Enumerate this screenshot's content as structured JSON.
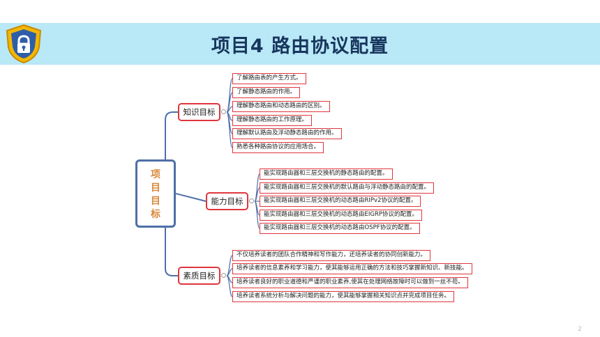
{
  "header": {
    "title": "项目4  路由协议配置"
  },
  "icon": "shield-lock-icon",
  "mindmap": {
    "root_chars": [
      "项",
      "目",
      "目",
      "标"
    ],
    "branches": [
      {
        "label": "知识目标",
        "items": [
          "了解路由表的产生方式。",
          "了解静态路由的作用。",
          "理解静态路由和动态路由的区别。",
          "理解静态路由的工作原理。",
          "理解默认路由及浮动静态路由的作用。",
          "熟悉各种路由协议的应用场合。"
        ]
      },
      {
        "label": "能力目标",
        "items": [
          "能实现路由器和三层交换机的静态路由的配置。",
          "能实现路由器和三层交换机的默认路由与浮动静态路由的配置。",
          "能实现路由器和三层交换机的动态路由RIPv2协议的配置。",
          "能实现路由器和三层交换机的动态路由EIGRP协议的配置。",
          "能实现路由器和三层交换机的动态路由OSPF协议的配置。"
        ]
      },
      {
        "label": "素质目标",
        "items": [
          "不仅培养读者的团队合作精神和写作能力，还培养读者的协同创新能力。",
          "培养读者的信息素养和学习能力，使其能够运用正确的方法和技巧掌握新知识、新技能。",
          "培养读者良好的职业道德和严谨的职业素养,使其在处理网络故障时可以做到一丝不苟。",
          "培养读者系统分析与解决问题的能力，使其能够掌握相关知识点并完成项目任务。"
        ]
      }
    ]
  },
  "page_number": "2",
  "colors": {
    "banner": "#b9e8f7",
    "title": "#17365d",
    "root_border": "#4f6fa8",
    "root_text": "#d8893b",
    "box_border": "#e0353d",
    "connector": "#4f6fa8"
  }
}
